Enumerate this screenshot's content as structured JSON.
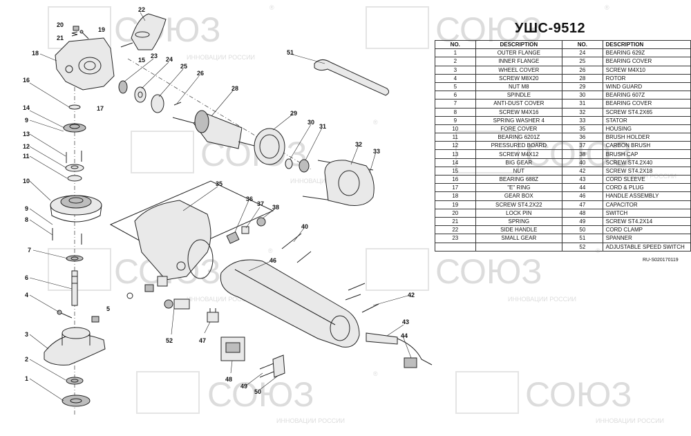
{
  "title": "УШС-9512",
  "table": {
    "headers": [
      "NO.",
      "DESCRIPTION",
      "NO.",
      "DESCRIPTION"
    ],
    "rows": [
      [
        "1",
        "OUTER FLANGE",
        "24",
        "BEARING 629Z"
      ],
      [
        "2",
        "INNER FLANGE",
        "25",
        "BEARING COVER"
      ],
      [
        "3",
        "WHEEL COVER",
        "26",
        "SCREW M4X10"
      ],
      [
        "4",
        "SCREW M8X20",
        "28",
        "ROTOR"
      ],
      [
        "5",
        "NUT M8",
        "29",
        "WIND GUARD"
      ],
      [
        "6",
        "SPINDLE",
        "30",
        "BEARING 607Z"
      ],
      [
        "7",
        "ANTI-DUST COVER",
        "31",
        "BEARING COVER"
      ],
      [
        "8",
        "SCREW M4X16",
        "32",
        "SCREW ST4.2X65"
      ],
      [
        "9",
        "SPRING WASHER 4",
        "33",
        "STATOR"
      ],
      [
        "10",
        "FORE COVER",
        "35",
        "HOUSING"
      ],
      [
        "11",
        "BEARING 6201Z",
        "36",
        "BRUSH HOLDER"
      ],
      [
        "12",
        "PRESSURED BOARD",
        "37",
        "CARBON BRUSH"
      ],
      [
        "13",
        "SCREW M4X12",
        "38",
        "BRUSH CAP"
      ],
      [
        "14",
        "BIG GEAR",
        "40",
        "SCREW ST4.2X40"
      ],
      [
        "15",
        "NUT",
        "42",
        "SCREW ST4.2X18"
      ],
      [
        "16",
        "BEARING 688Z",
        "43",
        "CORD SLEEVE"
      ],
      [
        "17",
        "\"E\" RING",
        "44",
        "CORD & PLUG"
      ],
      [
        "18",
        "GEAR BOX",
        "46",
        "HANDLE ASSEMBLY"
      ],
      [
        "19",
        "SCREW ST4.2X22",
        "47",
        "CAPACITOR"
      ],
      [
        "20",
        "LOCK PIN",
        "48",
        "SWITCH"
      ],
      [
        "21",
        "SPRING",
        "49",
        "SCREW ST4.2X14"
      ],
      [
        "22",
        "SIDE HANDLE",
        "50",
        "CORD CLAMP"
      ],
      [
        "23",
        "SMALL GEAR",
        "51",
        "SPANNER"
      ],
      [
        "",
        "",
        "52",
        "ADJUSTABLE SPEED SWITCH"
      ]
    ]
  },
  "doc_code": "RU-S020170119",
  "watermark": {
    "brand": "СОЮЗ",
    "tagline": "ИННОВАЦИИ РОССИИ",
    "registered": "®"
  },
  "callouts": {
    "c1": "1",
    "c2": "2",
    "c3": "3",
    "c4": "4",
    "c5": "5",
    "c6": "6",
    "c7": "7",
    "c8": "8",
    "c9a": "9",
    "c9b": "9",
    "c10": "10",
    "c11": "11",
    "c12": "12",
    "c13": "13",
    "c14": "14",
    "c15": "15",
    "c16": "16",
    "c17": "17",
    "c18": "18",
    "c19": "19",
    "c20": "20",
    "c21": "21",
    "c22": "22",
    "c23": "23",
    "c24": "24",
    "c25": "25",
    "c26": "26",
    "c28": "28",
    "c29": "29",
    "c30": "30",
    "c31": "31",
    "c32": "32",
    "c33": "33",
    "c35": "35",
    "c36": "36",
    "c37": "37",
    "c38": "38",
    "c40": "40",
    "c42": "42",
    "c43": "43",
    "c44": "44",
    "c46": "46",
    "c47": "47",
    "c48": "48",
    "c49": "49",
    "c50": "50",
    "c51": "51",
    "c52": "52"
  },
  "colors": {
    "line": "#222222",
    "watermark": "#dcdcdc",
    "part_fill": "#e9e9e9",
    "dark_fill": "#bdbdbd"
  }
}
